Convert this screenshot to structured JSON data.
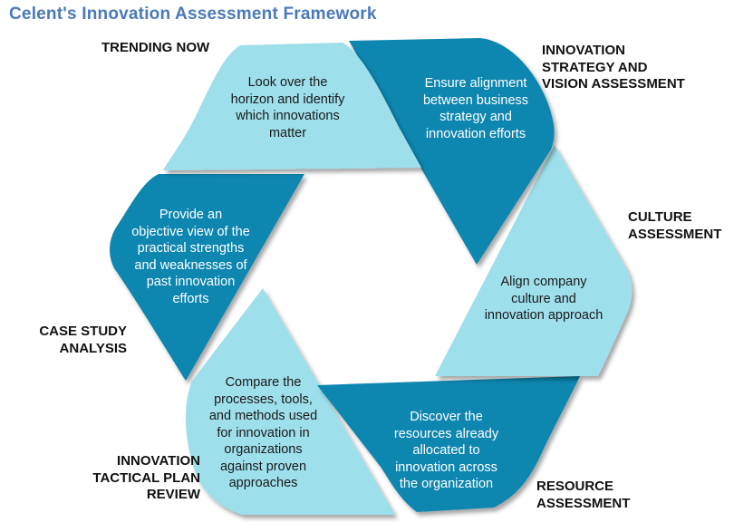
{
  "title": "Celent's Innovation Assessment Framework",
  "colors": {
    "title": "#4a7ab8",
    "dark_segment": "#0a86b0",
    "light_segment": "#9edfec",
    "label_text": "#111111"
  },
  "segments": [
    {
      "id": "trending-now",
      "label": "TRENDING NOW",
      "description": "Look over the horizon and identify which innovations matter",
      "lines": [
        "Look over the",
        "horizon and identify",
        "which innovations",
        "matter"
      ],
      "tone": "light"
    },
    {
      "id": "innovation-strategy",
      "label": "INNOVATION\nSTRATEGY AND\nVISION ASSESSMENT",
      "description": "Ensure alignment between business strategy and innovation efforts",
      "lines": [
        "Ensure alignment",
        "between business",
        "strategy and",
        "innovation efforts"
      ],
      "tone": "dark"
    },
    {
      "id": "culture-assessment",
      "label": "CULTURE\nASSESSMENT",
      "description": "Align company culture and innovation approach",
      "lines": [
        "Align company",
        "culture and",
        "innovation approach"
      ],
      "tone": "light"
    },
    {
      "id": "resource-assessment",
      "label": "RESOURCE\nASSESSMENT",
      "description": "Discover the resources already allocated to innovation across the organization",
      "lines": [
        "Discover the",
        "resources already",
        "allocated to",
        "innovation across",
        "the organization"
      ],
      "tone": "dark"
    },
    {
      "id": "tactical-plan-review",
      "label": "INNOVATION\nTACTICAL PLAN\nREVIEW",
      "description": "Compare the processes, tools, and methods used for innovation in organizations against proven approaches",
      "lines": [
        "Compare the",
        "processes, tools,",
        "and methods used",
        "for innovation in",
        "organizations",
        "against proven",
        "approaches"
      ],
      "tone": "light"
    },
    {
      "id": "case-study-analysis",
      "label": "CASE STUDY\nANALYSIS",
      "description": "Provide an objective view of the practical strengths and weaknesses of past innovation efforts",
      "lines": [
        "Provide an",
        "objective view of the",
        "practical strengths",
        "and weaknesses of",
        "past innovation",
        "efforts"
      ],
      "tone": "dark"
    }
  ]
}
